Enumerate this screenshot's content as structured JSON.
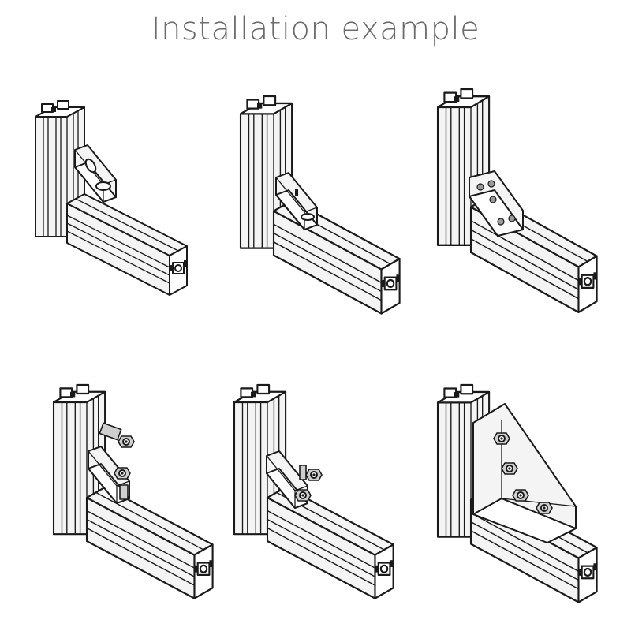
{
  "title": "Installation example",
  "figures": [
    {
      "name": "corner-bracket-slotted",
      "icon": "profile-with-slotted-bracket-icon"
    },
    {
      "name": "corner-bracket-square-profile",
      "icon": "profile-with-bracket-icon"
    },
    {
      "name": "corner-bracket-four-hole",
      "icon": "profile-with-plate-bracket-icon"
    },
    {
      "name": "corner-bracket-bolted",
      "icon": "profile-with-bolted-bracket-icon"
    },
    {
      "name": "corner-bracket-bolted-compact",
      "icon": "profile-with-compact-bracket-icon"
    },
    {
      "name": "corner-gusset-large",
      "icon": "profile-with-large-gusset-icon"
    }
  ]
}
